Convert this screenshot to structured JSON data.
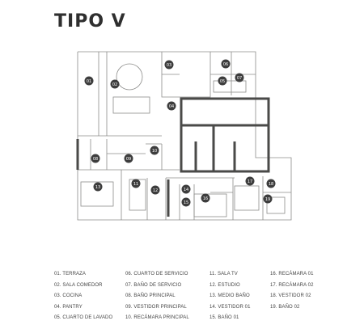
{
  "title": "TIPO V",
  "colors": {
    "marker": "#3d3d3d",
    "wall": "#4a4a48",
    "line": "#8c8c8a",
    "text": "#444444"
  },
  "plan_markers": [
    "01",
    "02",
    "03",
    "04",
    "05",
    "06",
    "07",
    "08",
    "09",
    "10",
    "11",
    "12",
    "13",
    "14",
    "15",
    "16",
    "17",
    "18",
    "19"
  ],
  "legend": {
    "col1": [
      "01. TERRAZA",
      "02. SALA COMEDOR",
      "03. COCINA",
      "04. PANTRY",
      "05. CUARTO DE LAVADO"
    ],
    "col2": [
      "06. CUARTO DE SERVICIO",
      "07. BAÑO DE SERVICIO",
      "08. BAÑO PRINCIPAL",
      "09. VESTIDOR PRINCIPAL",
      "10. RECÁMARA PRINCIPAL"
    ],
    "col3": [
      "11. SALA TV",
      "12. ESTUDIO",
      "13. MEDIO BAÑO",
      "14. VESTIDOR 01",
      "15. BAÑO 01"
    ],
    "col4": [
      "16. RECÁMARA 01",
      "17. RECÁMARA 02",
      "18. VESTIDOR 02",
      "19. BAÑO 02"
    ]
  }
}
